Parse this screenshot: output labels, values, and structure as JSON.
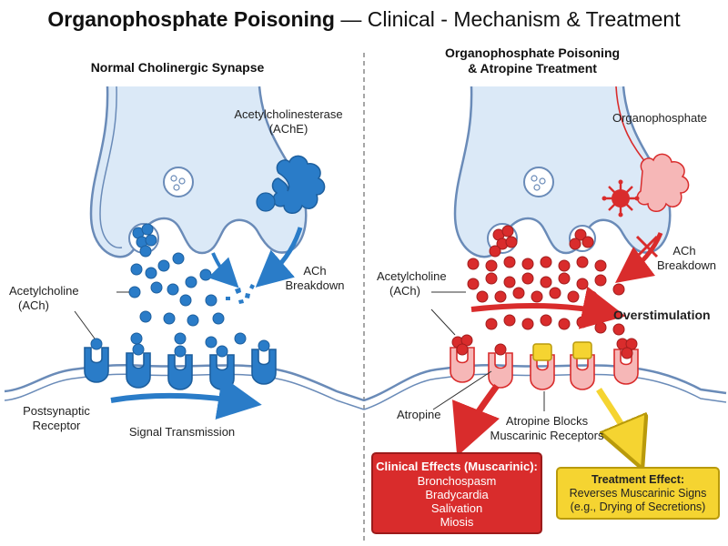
{
  "title": {
    "bold": "Organophosphate Poisoning",
    "rest": " — Clinical - Mechanism & Treatment"
  },
  "left": {
    "header": "Normal Cholinergic Synapse",
    "ache_label_1": "Acetylcholinesterase",
    "ache_label_2": "(AChE)",
    "ach_label_1": "Acetylcholine",
    "ach_label_2": "(ACh)",
    "breakdown_1": "ACh",
    "breakdown_2": "Breakdown",
    "receptor_1": "Postsynaptic",
    "receptor_2": "Receptor",
    "signal": "Signal Transmission"
  },
  "right": {
    "header_1": "Organophosphate Poisoning",
    "header_2": "& Atropine Treatment",
    "op_label": "Organophosphate",
    "ach_label_1": "Acetylcholine",
    "ach_label_2": "(ACh)",
    "breakdown_1": "ACh",
    "breakdown_2": "Breakdown",
    "overstim": "Overstimulation",
    "atropine": "Atropine",
    "blocks_1": "Atropine Blocks",
    "blocks_2": "Muscarinic Receptors",
    "clinical": {
      "title": "Clinical Effects (Muscarinic):",
      "items": [
        "Bronchospasm",
        "Bradycardia",
        "Salivation",
        "Miosis"
      ]
    },
    "treatment": {
      "title": "Treatment Effect:",
      "line1": "Reverses Muscarinic Signs",
      "line2": "(e.g., Drying of Secretions)"
    }
  },
  "colors": {
    "blue": "#2a7cc8",
    "blue_dark": "#1d5f9e",
    "blue_light": "#dbe9f7",
    "red": "#d92c2c",
    "red_dark": "#a11d1d",
    "pink": "#f6b7b7",
    "yellow": "#f5d431",
    "outline": "#6a8bb8"
  }
}
